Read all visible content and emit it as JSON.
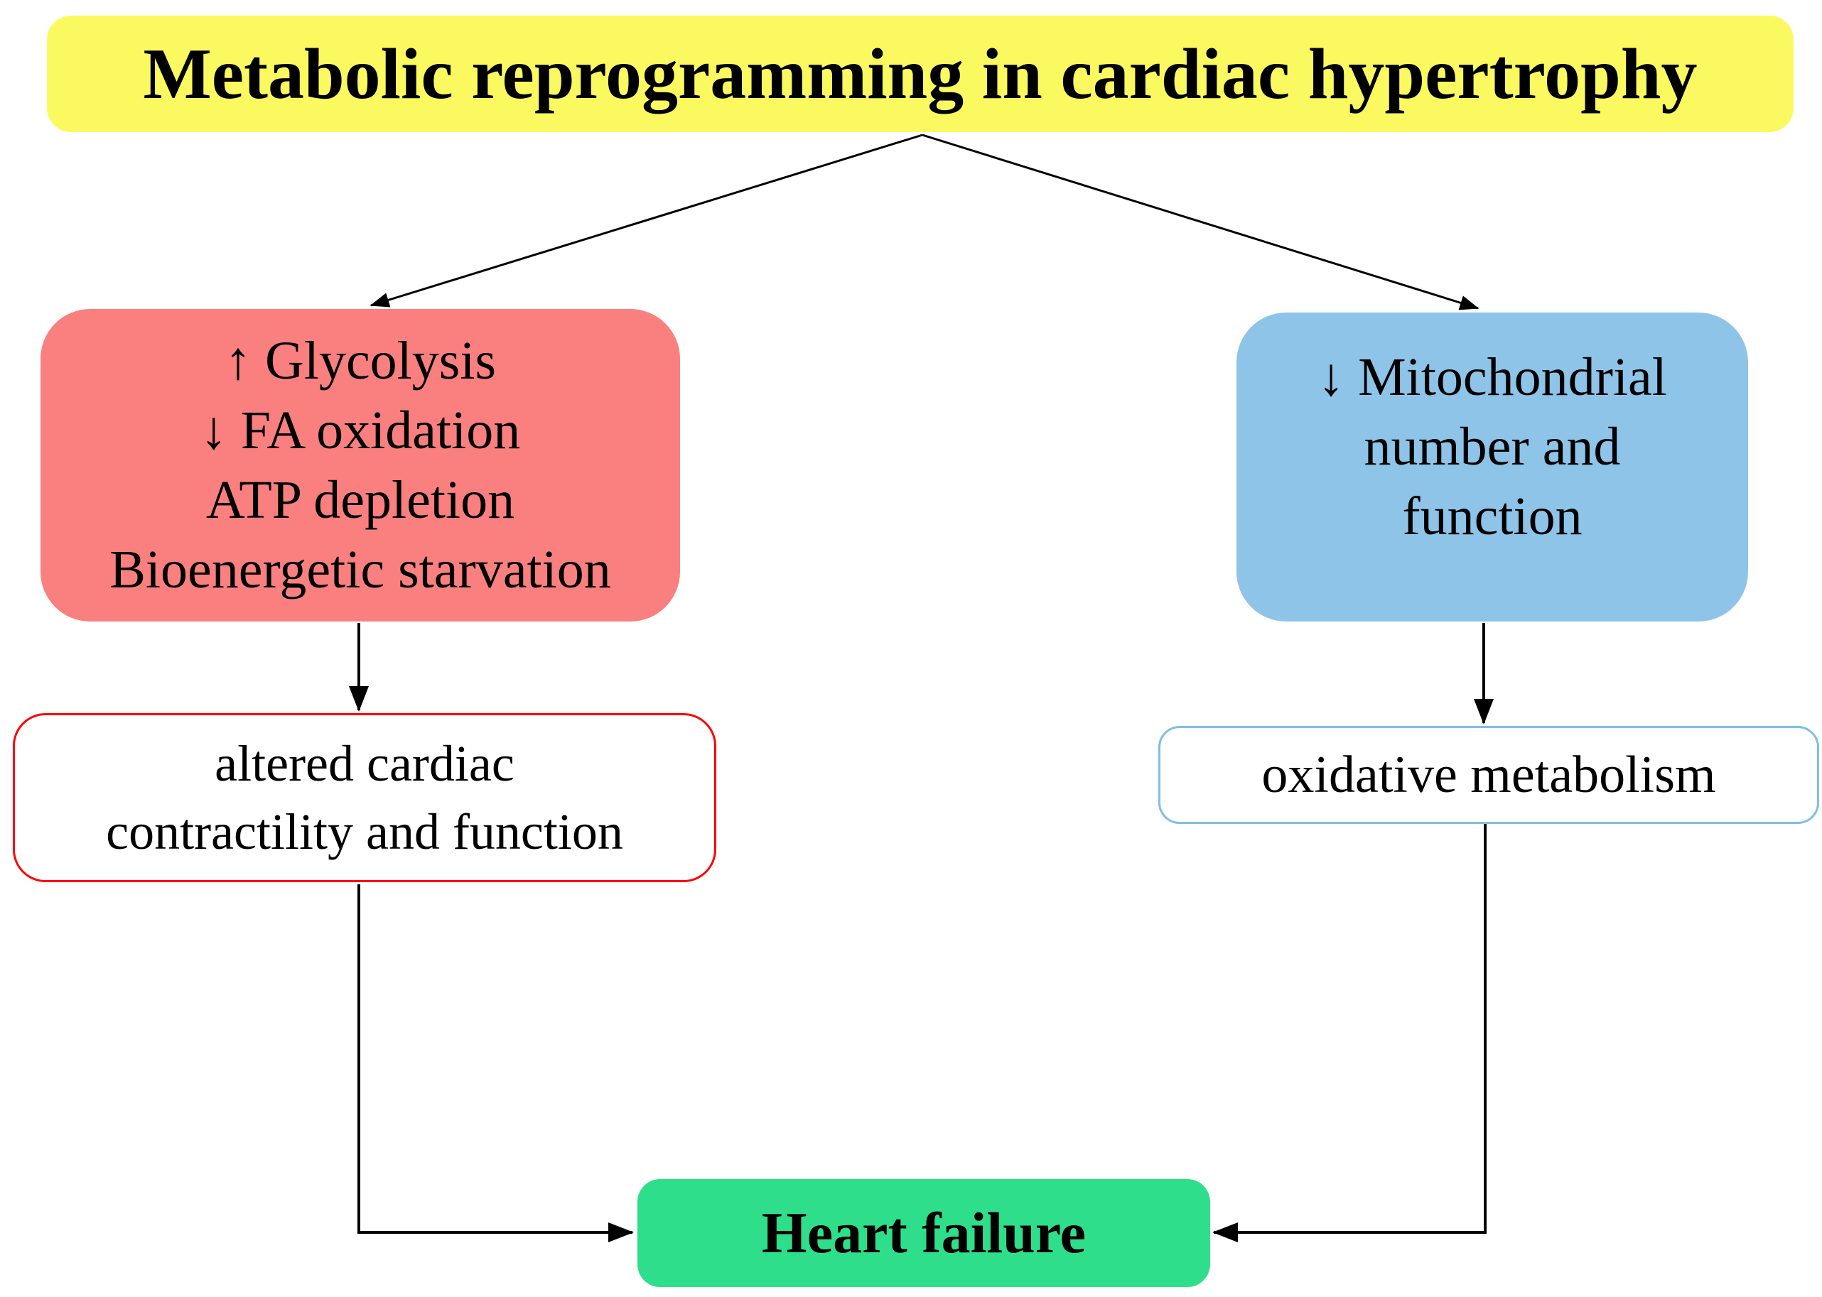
{
  "diagram": {
    "title": {
      "label": "Metabolic reprogramming in cardiac hypertrophy",
      "fill": "#FAFA60"
    },
    "nodes": {
      "metabolic_changes": {
        "lines": [
          "↑ Glycolysis",
          "↓ FA oxidation",
          "ATP depletion",
          "Bioenergetic starvation"
        ],
        "fill": "#FA8080"
      },
      "mitochondrial": {
        "lines": [
          "↓ Mitochondrial",
          "number and",
          "function"
        ],
        "fill": "#8EC4E8"
      },
      "altered_cardiac": {
        "lines": [
          "altered cardiac",
          "contractility and function"
        ],
        "fill": "#FFFFFF",
        "border": "#FF0000"
      },
      "oxidative_metabolism": {
        "label": "oxidative metabolism",
        "fill": "#FFFFFF",
        "border": "#7FBFE3"
      },
      "heart_failure": {
        "label": "Heart failure",
        "fill": "#2FDE8A"
      }
    },
    "connectors": {
      "color": "#000000"
    }
  }
}
